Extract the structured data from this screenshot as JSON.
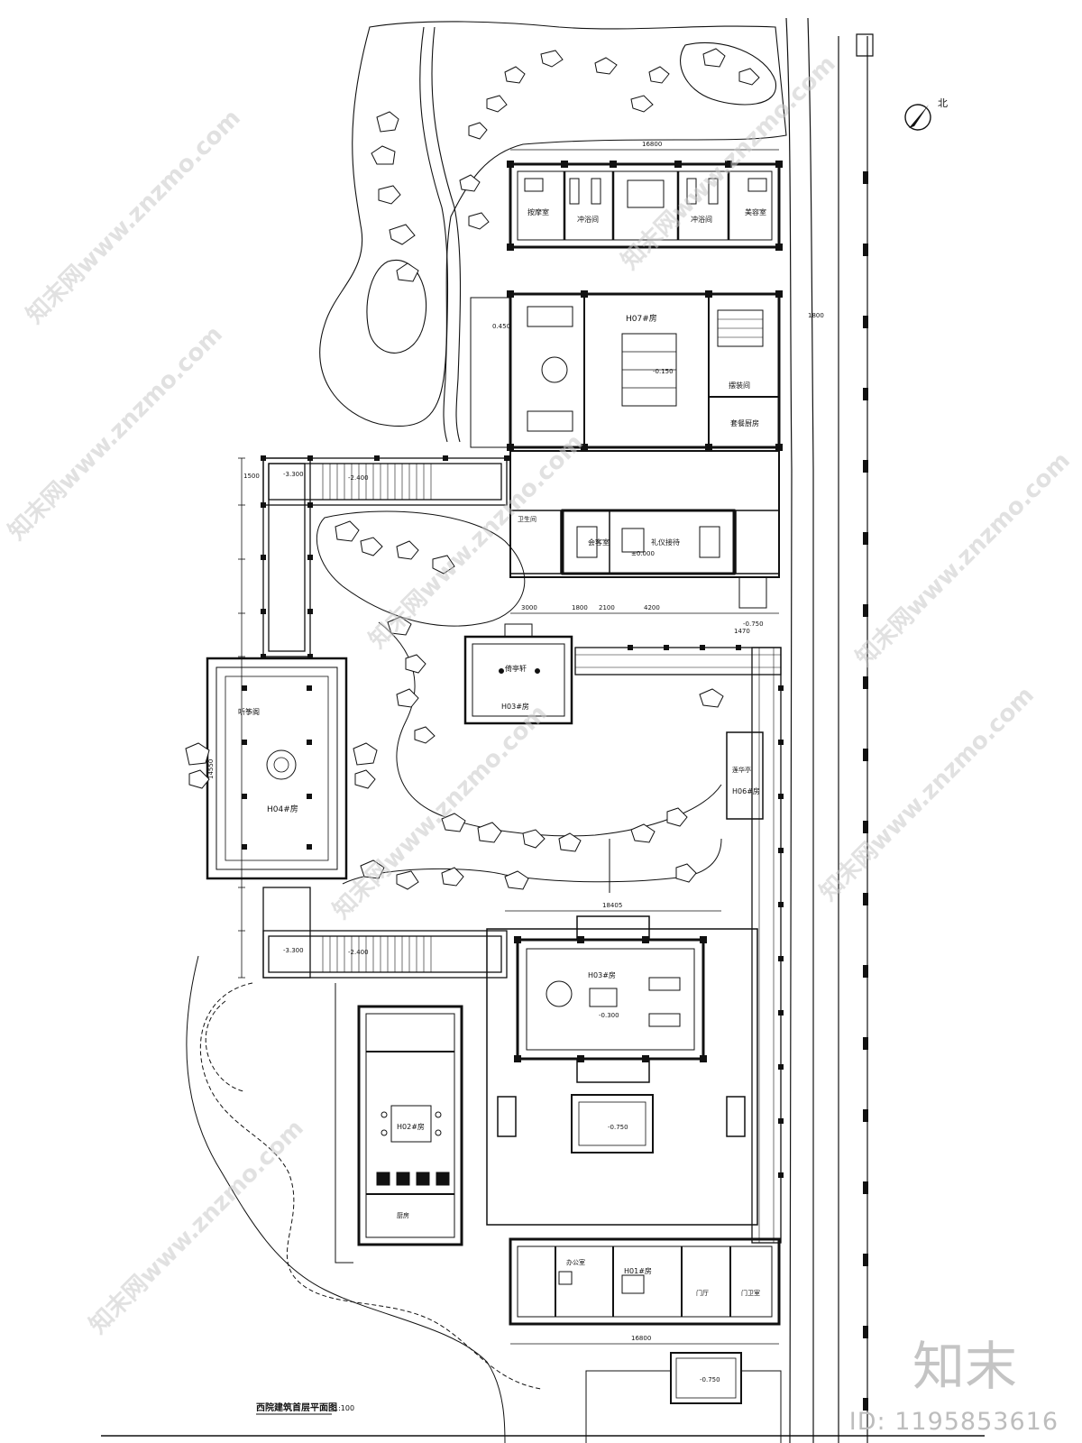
{
  "drawing": {
    "title": "西院建筑首层平面图",
    "scale": "1:100",
    "north_label": "北"
  },
  "rooms": {
    "r_fangsanshi": "按摩室",
    "r_chongyu_l": "冲浴间",
    "r_chongyu_r": "冲浴间",
    "r_meirong": "美容室",
    "r_house107": "H07#房",
    "r_baizhuang": "摆装间",
    "r_canting": "套餐厨房",
    "r_weisheng": "卫生间",
    "r_liyi": "礼仪接待",
    "r_zhongcan": "会客室",
    "r_pavilion_top": "倚亭轩",
    "r_house103b": "H03#房",
    "r_tingzhu": "听筝阁",
    "r_house104": "H04#房",
    "r_lianfang": "莲华亭",
    "r_house106": "H06#房",
    "r_house103": "H03#房",
    "r_house102": "H02#房",
    "r_chufang": "厨房",
    "r_house101": "H01#房",
    "r_menting": "门厅",
    "r_mengwei": "门卫室",
    "r_bangong": "办公室"
  },
  "levels": {
    "l1": "0.450",
    "l2": "-0.150",
    "l3": "±0.000",
    "l4": "-0.750",
    "l5": "-2.400",
    "l6": "-3.300",
    "l7": "-0.300",
    "l8": "-0.750"
  },
  "dims": {
    "d_top": "16800",
    "d_mid": "18405",
    "d_bot": "16800",
    "d_left": "14550",
    "d_3000": "3000",
    "d_1800": "1800",
    "d_2100": "2100",
    "d_4200": "4200",
    "d_1470": "1470",
    "d_1500": "1500"
  },
  "watermarks": {
    "wm_a": "知末网www.znzmo.com",
    "wm_b": "知末网www.znzmo.com",
    "wm_c": "知末网www.znzmo.com",
    "wm_d": "知末网www.znzmo.com",
    "wm_e": "知末网www.znzmo.com",
    "wm_f": "知末网www.znzmo.com",
    "wm_g": "知末网www.znzmo.com",
    "wm_h": "知末网www.znzmo.com"
  },
  "brand": {
    "logo": "知末",
    "id": "ID: 1195853616"
  }
}
